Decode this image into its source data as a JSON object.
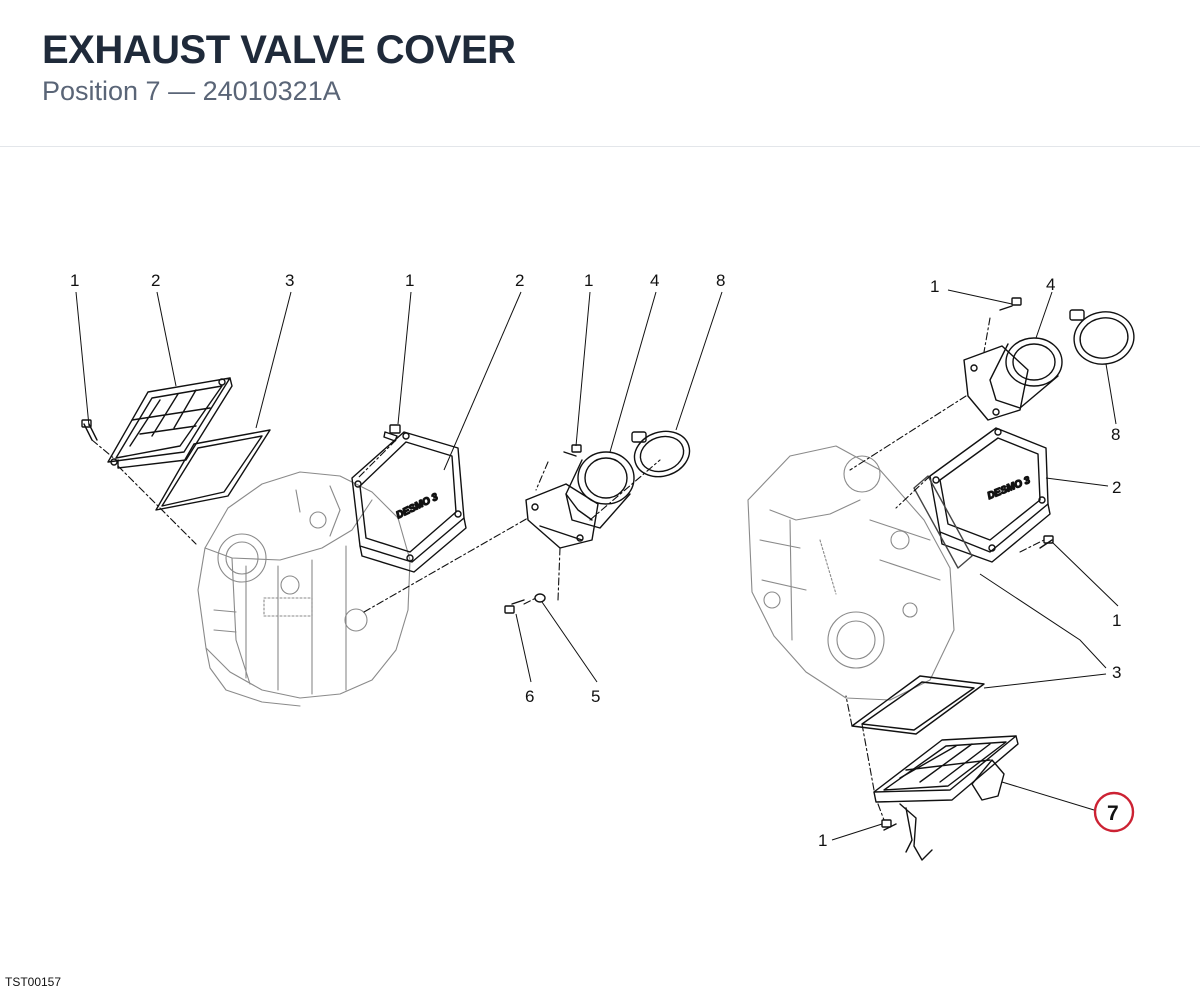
{
  "header": {
    "title": "EXHAUST VALVE COVER",
    "subtitle": "Position 7 — 24010321A"
  },
  "footer": {
    "code": "TST00157"
  },
  "logo_text": "DESMO 3",
  "colors": {
    "highlight": "#cc2233",
    "line": "#111111",
    "accent": "#1f2a3a"
  },
  "callouts": {
    "left": [
      "1",
      "2",
      "3",
      "1",
      "2",
      "1",
      "4",
      "8",
      "6",
      "5"
    ],
    "right": [
      "1",
      "4",
      "8",
      "2",
      "1",
      "3",
      "1"
    ],
    "highlighted": "7"
  }
}
